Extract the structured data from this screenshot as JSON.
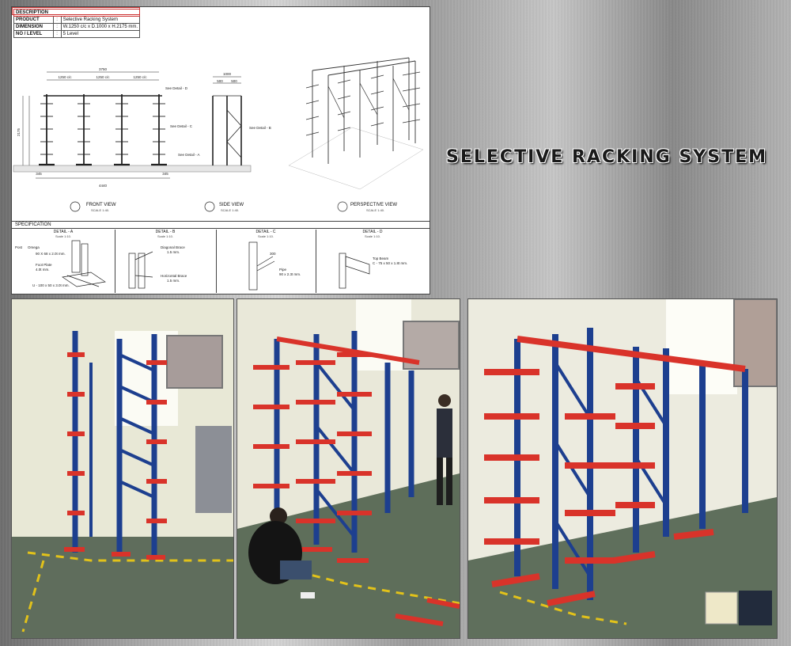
{
  "headline": "SELECTIVE RACKING SYSTEM",
  "sheet": {
    "header_rows": [
      {
        "key": "DESCRIPTION",
        "value": ""
      },
      {
        "key": "PRODUCT",
        "value": "Selective Racking System"
      },
      {
        "key": "DIMENSION",
        "value": "W.1250 c/c x D.1000 x H.2175 mm."
      },
      {
        "key": "NO / LEVEL",
        "value": "5 Level"
      }
    ],
    "front_view": {
      "label": "FRONT VIEW",
      "scale": "SCALE 1:40.",
      "overall_width": "3750",
      "spacings": [
        "1250 c/c",
        "1250 c/c",
        "1250 c/c"
      ],
      "base_width": "4440",
      "left_offset": "345",
      "right_offset": "345",
      "height": "2175",
      "see_details": [
        "See Detail - D",
        "See Detail - C",
        "See Detail - A"
      ]
    },
    "side_view": {
      "label": "SIDE VIEW",
      "scale": "SCALE 1:40.",
      "depth": "1000",
      "sub_depths": [
        "500",
        "500"
      ],
      "see_detail": "See Detail - B"
    },
    "perspective_view": {
      "label": "PERSPECTIVE VIEW",
      "scale": "SCALE 1:40."
    },
    "specification_label": "SPECIFICATION",
    "details": [
      {
        "title": "DETAIL - A",
        "scale": "Scale 1:10.",
        "notes": [
          "Post",
          "Omega",
          "90 X 68 x 2.0t mm.",
          "Foot Plate",
          "4.0t mm.",
          "U - 100 x 50 x 3.0t mm."
        ]
      },
      {
        "title": "DETAIL - B",
        "scale": "Scale 1:10.",
        "notes": [
          "Diagonal Brace",
          "1.5 mm.",
          "Horizontal Brace",
          "1.5 mm."
        ]
      },
      {
        "title": "DETAIL - C",
        "scale": "Scale 1:10.",
        "notes": [
          "300",
          "Pipe",
          "90 x 2.3t mm."
        ]
      },
      {
        "title": "DETAIL - D",
        "scale": "Scale 1:10.",
        "notes": [
          "Top Beam",
          "C - 75 x 50 x 1.8t mm."
        ]
      }
    ]
  },
  "colors": {
    "upright_blue": "#1d3f8f",
    "arm_red": "#d9332a",
    "floor_green": "#5e6e5a",
    "wall": "#e9e8d9"
  }
}
